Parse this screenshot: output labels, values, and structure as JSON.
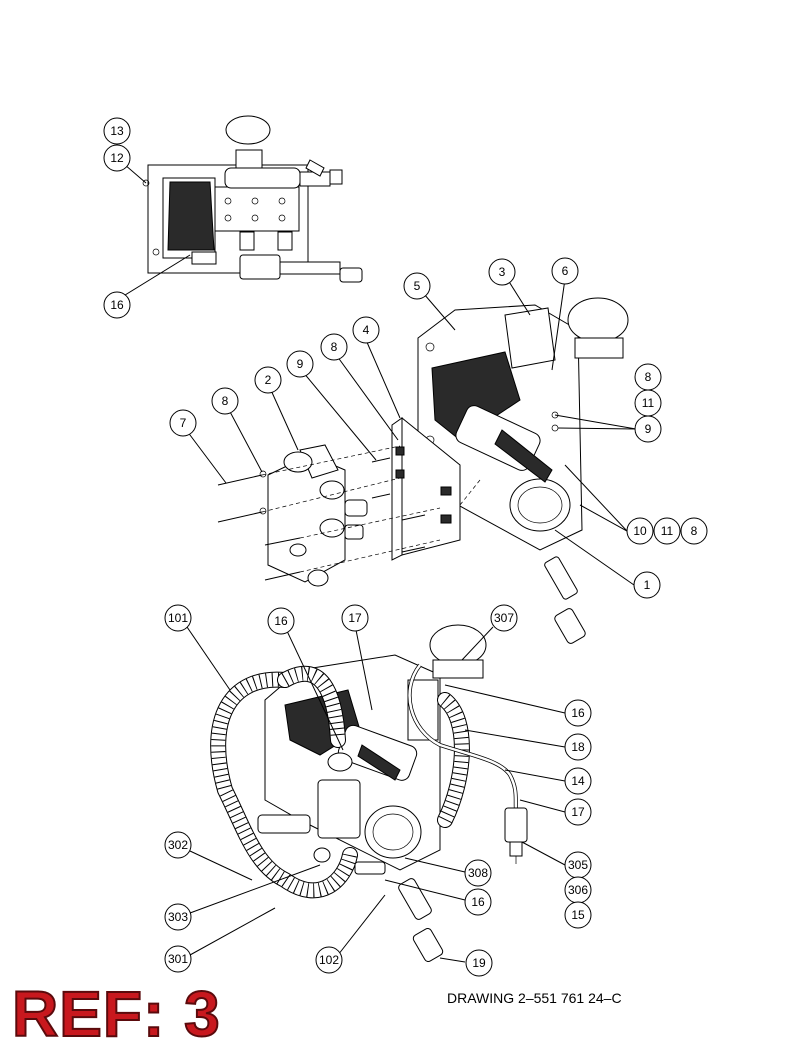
{
  "diagram": {
    "drawing_number": "DRAWING  2–551 761 24–C",
    "reference_label": "REF: 3",
    "callouts": {
      "top_13": "13",
      "top_12": "12",
      "top_16": "16",
      "mid_3": "3",
      "mid_5": "5",
      "mid_6": "6",
      "mid_4": "4",
      "mid_8a": "8",
      "mid_9a": "9",
      "mid_2": "2",
      "mid_8b": "8",
      "mid_7": "7",
      "mid_8c": "8",
      "mid_11a": "11",
      "mid_9b": "9",
      "mid_10": "10",
      "mid_11b": "11",
      "mid_8d": "8",
      "mid_1": "1",
      "bot_101": "101",
      "bot_16a": "16",
      "bot_17a": "17",
      "bot_307": "307",
      "bot_16b": "16",
      "bot_18": "18",
      "bot_14": "14",
      "bot_17b": "17",
      "bot_305": "305",
      "bot_306": "306",
      "bot_15": "15",
      "bot_302": "302",
      "bot_303": "303",
      "bot_308": "308",
      "bot_16c": "16",
      "bot_301": "301",
      "bot_102": "102",
      "bot_19": "19"
    }
  }
}
